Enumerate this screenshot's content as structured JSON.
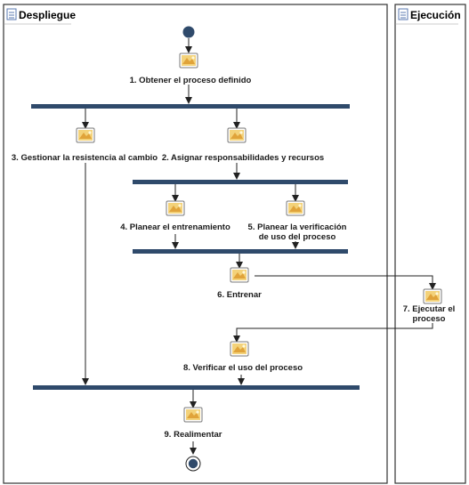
{
  "swimlanes": [
    {
      "id": "lane-despliegue",
      "title": "Despliegue"
    },
    {
      "id": "lane-ejecucion",
      "title": "Ejecución"
    }
  ],
  "activities": [
    {
      "id": "a1",
      "lines": [
        "1. Obtener el proceso definido"
      ]
    },
    {
      "id": "a2",
      "lines": [
        "2. Asignar responsabilidades y recursos"
      ]
    },
    {
      "id": "a3",
      "lines": [
        "3. Gestionar la resistencia al cambio"
      ]
    },
    {
      "id": "a4",
      "lines": [
        "4. Planear el entrenamiento"
      ]
    },
    {
      "id": "a5",
      "lines": [
        "5. Planear la verificación",
        "de uso del proceso"
      ]
    },
    {
      "id": "a6",
      "lines": [
        "6. Entrenar"
      ]
    },
    {
      "id": "a7",
      "lines": [
        "7. Ejecutar el",
        "proceso"
      ]
    },
    {
      "id": "a8",
      "lines": [
        "8. Verificar el uso del proceso"
      ]
    },
    {
      "id": "a9",
      "lines": [
        "9. Realimentar"
      ]
    }
  ],
  "colors": {
    "sync_bar": "#2f4a6b",
    "lane_border": "#333333",
    "icon_fill": "#f3d27a",
    "icon_border": "#7a7a7a",
    "start_node": "#2f4a6b",
    "final_node": "#2f4a6b",
    "lane_icon": "#5a78b0"
  },
  "icons": {
    "activity": "activity-icon",
    "lane": "swimlane-icon"
  }
}
